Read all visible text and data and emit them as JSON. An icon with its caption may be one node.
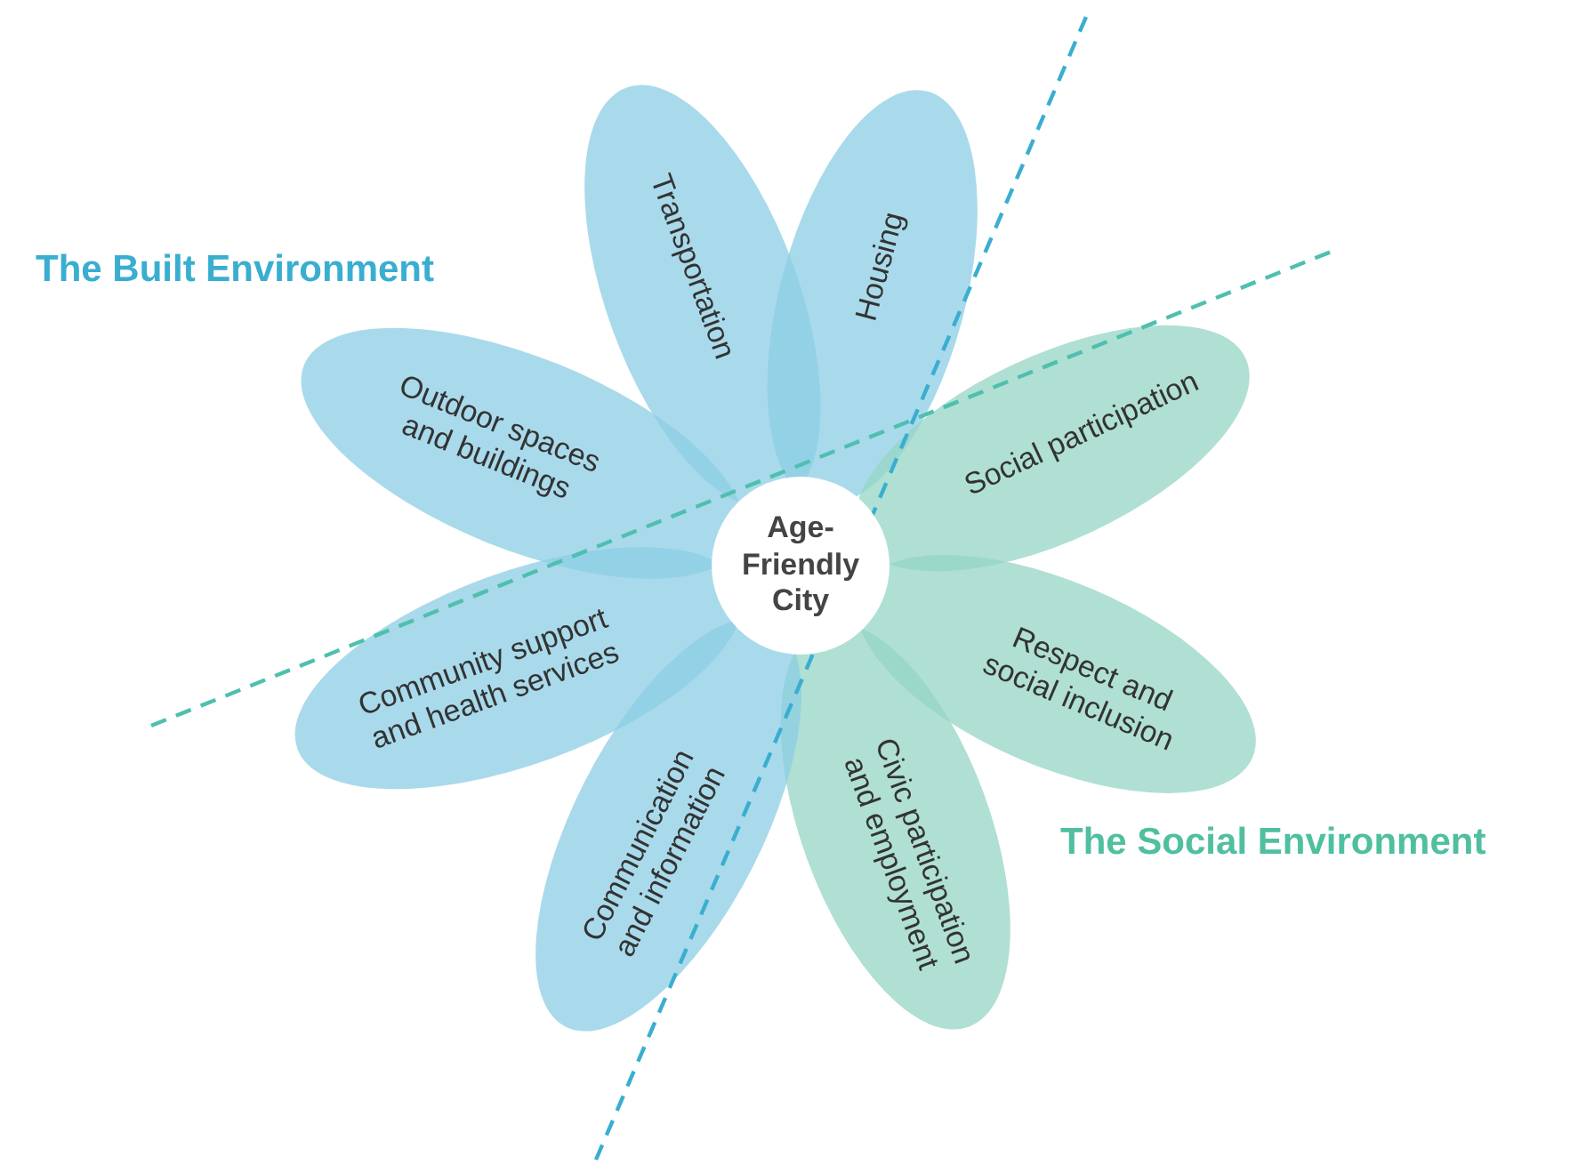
{
  "diagram": {
    "nodes": [
      {
        "text": [
          "Age-Friendly City"
        ]
      },
      {
        "text": [
          "Transportation"
        ]
      },
      {
        "text": [
          "Housing"
        ]
      },
      {
        "text": [
          "Social participation"
        ]
      },
      {
        "text": [
          "Respect and social inclusion"
        ]
      },
      {
        "text": [
          "Civic participation and employment"
        ]
      },
      {
        "text": [
          "Communication and information"
        ]
      },
      {
        "text": [
          "Community support and health services"
        ]
      },
      {
        "text": [
          "Outdoor spaces and buildings"
        ]
      }
    ],
    "labels": [
      "The Built Environment",
      "The Social Environment"
    ]
  }
}
